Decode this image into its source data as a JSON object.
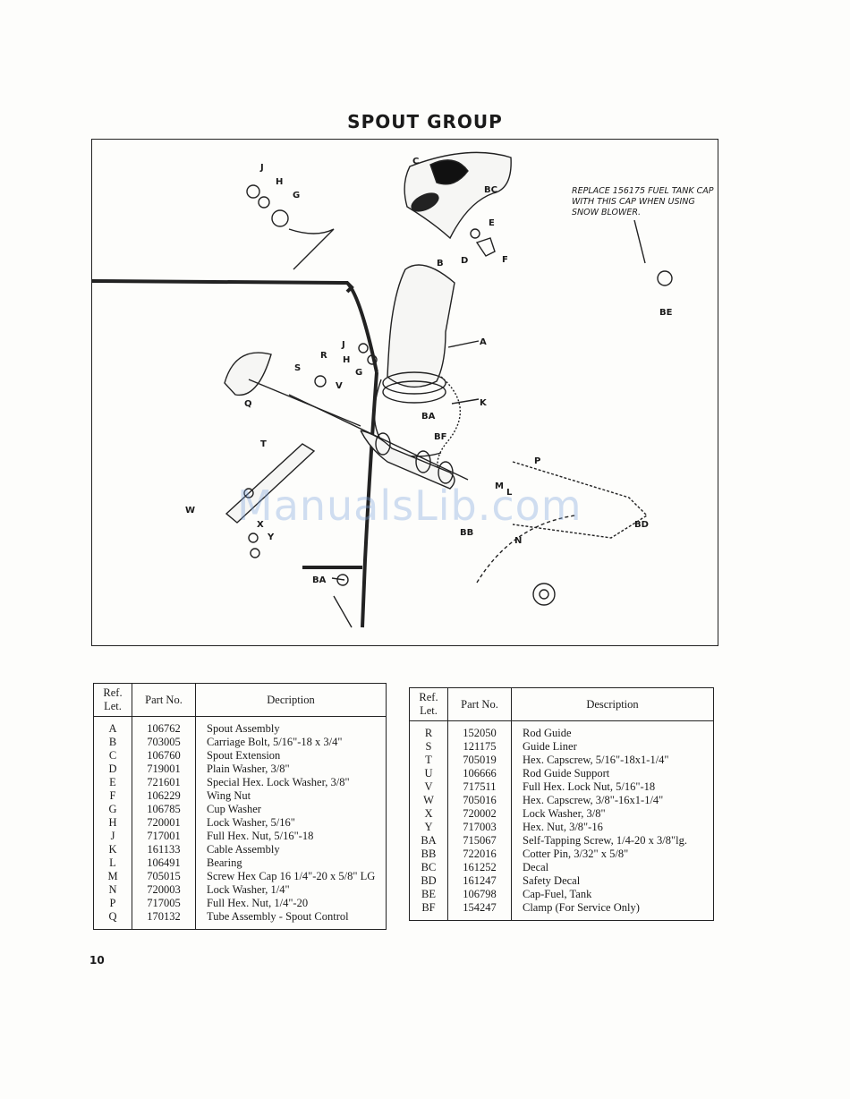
{
  "page": {
    "title": "SPOUT GROUP",
    "page_number": "10",
    "watermark": "ManualsLib.com"
  },
  "diagram": {
    "note": "REPLACE 156175 FUEL TANK CAP WITH THIS CAP WHEN USING SNOW BLOWER.",
    "callouts": [
      "C",
      "BC",
      "J",
      "H",
      "G",
      "E",
      "D",
      "F",
      "B",
      "BE",
      "A",
      "J",
      "H",
      "R",
      "S",
      "G",
      "V",
      "Q",
      "K",
      "BA",
      "BF",
      "T",
      "P",
      "M",
      "L",
      "W",
      "X",
      "Y",
      "BB",
      "N",
      "BD",
      "BA"
    ]
  },
  "table_left": {
    "headers": {
      "ref": "Ref. Let.",
      "part": "Part No.",
      "desc": "Decription"
    },
    "rows": [
      {
        "ref": "A",
        "part": "106762",
        "desc": "Spout Assembly"
      },
      {
        "ref": "B",
        "part": "703005",
        "desc": "Carriage Bolt, 5/16\"-18 x 3/4\""
      },
      {
        "ref": "C",
        "part": "106760",
        "desc": "Spout Extension"
      },
      {
        "ref": "D",
        "part": "719001",
        "desc": "Plain Washer, 3/8\""
      },
      {
        "ref": "E",
        "part": "721601",
        "desc": "Special Hex. Lock Washer, 3/8\""
      },
      {
        "ref": "F",
        "part": "106229",
        "desc": "Wing Nut"
      },
      {
        "ref": "G",
        "part": "106785",
        "desc": "Cup Washer"
      },
      {
        "ref": "H",
        "part": "720001",
        "desc": "Lock Washer, 5/16\""
      },
      {
        "ref": "J",
        "part": "717001",
        "desc": "Full Hex. Nut, 5/16\"-18"
      },
      {
        "ref": "K",
        "part": "161133",
        "desc": "Cable Assembly"
      },
      {
        "ref": "L",
        "part": "106491",
        "desc": "Bearing"
      },
      {
        "ref": "M",
        "part": "705015",
        "desc": "Screw Hex Cap 16 1/4\"-20 x 5/8\" LG"
      },
      {
        "ref": "N",
        "part": "720003",
        "desc": "Lock Washer, 1/4\""
      },
      {
        "ref": "P",
        "part": "717005",
        "desc": "Full Hex. Nut, 1/4\"-20"
      },
      {
        "ref": "Q",
        "part": "170132",
        "desc": "Tube Assembly - Spout Control"
      }
    ]
  },
  "table_right": {
    "headers": {
      "ref": "Ref. Let.",
      "part": "Part No.",
      "desc": "Description"
    },
    "rows": [
      {
        "ref": "R",
        "part": "152050",
        "desc": "Rod Guide"
      },
      {
        "ref": "S",
        "part": "121175",
        "desc": "Guide Liner"
      },
      {
        "ref": "T",
        "part": "705019",
        "desc": "Hex. Capscrew, 5/16\"-18x1-1/4\""
      },
      {
        "ref": "U",
        "part": "106666",
        "desc": "Rod Guide Support"
      },
      {
        "ref": "V",
        "part": "717511",
        "desc": "Full Hex. Lock Nut, 5/16\"-18"
      },
      {
        "ref": "W",
        "part": "705016",
        "desc": "Hex. Capscrew, 3/8\"-16x1-1/4\""
      },
      {
        "ref": "X",
        "part": "720002",
        "desc": "Lock Washer, 3/8\""
      },
      {
        "ref": "Y",
        "part": "717003",
        "desc": "Hex. Nut, 3/8\"-16"
      },
      {
        "ref": "BA",
        "part": "715067",
        "desc": "Self-Tapping Screw, 1/4-20 x 3/8\"lg."
      },
      {
        "ref": "BB",
        "part": "722016",
        "desc": "Cotter Pin, 3/32\" x 5/8\""
      },
      {
        "ref": "BC",
        "part": "161252",
        "desc": "Decal"
      },
      {
        "ref": "BD",
        "part": "161247",
        "desc": "Safety Decal"
      },
      {
        "ref": "BE",
        "part": "106798",
        "desc": "Cap-Fuel, Tank"
      },
      {
        "ref": "BF",
        "part": "154247",
        "desc": "Clamp (For Service Only)"
      }
    ]
  }
}
